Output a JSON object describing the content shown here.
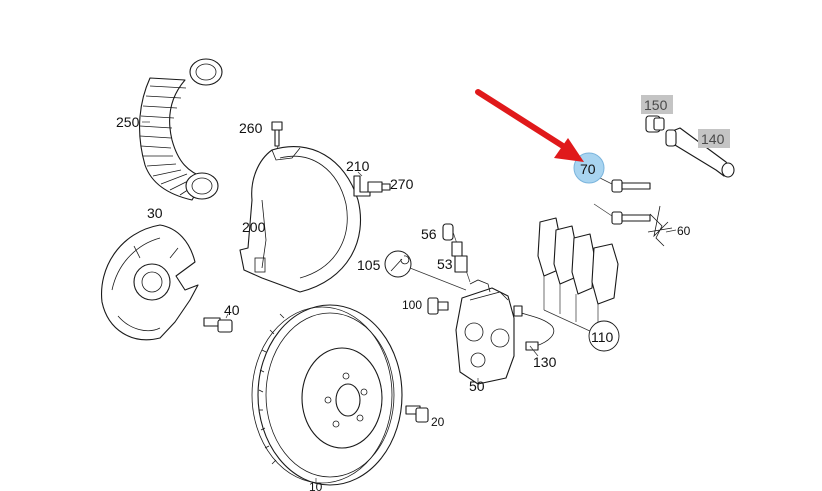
{
  "parts": {
    "p250": "250",
    "p260": "260",
    "p210": "210",
    "p270": "270",
    "p200": "200",
    "p30": "30",
    "p40": "40",
    "p56": "56",
    "p53": "53",
    "p105": "105",
    "p100": "100",
    "p50": "50",
    "p130": "130",
    "p110": "110",
    "p70": "70",
    "p60": "60",
    "p150": "150",
    "p140": "140",
    "p20": "20",
    "p10": "10"
  },
  "colors": {
    "arrow": "#e0191b",
    "selected_fill": "#a8d4f0",
    "tag_fill": "#c4c4c4",
    "line": "#1a1a1a"
  },
  "icons": {
    "p105": "wrench-icon",
    "arrow": "red-pointer-arrow-icon"
  }
}
